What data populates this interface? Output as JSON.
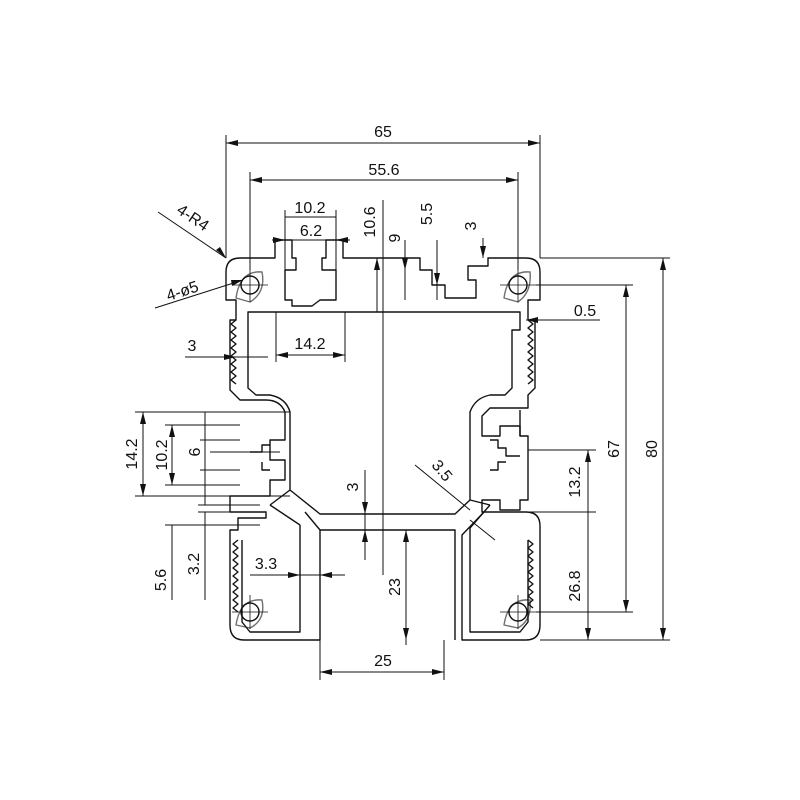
{
  "drawing": {
    "type": "aluminum extrusion profile cross-section",
    "colors": {
      "line": "#111111",
      "background": "#ffffff"
    },
    "dimensions": {
      "overall_width": "65",
      "hole_pitch_width": "55.6",
      "slot_outer_width": "10.2",
      "slot_opening": "6.2",
      "slot_depth": "10.6",
      "slot_flange_depth": "9",
      "lip_depth": "5.5",
      "lip_thickness": "3",
      "wall_thickness": "0.5",
      "inner_width": "14.2",
      "wall_side": "3",
      "corner_radius_note": "4-R4",
      "hole_note": "4-ø5",
      "side_slot_height": "14.2",
      "side_slot_inner": "10.2",
      "side_slot_opening": "6",
      "rib_angle": "3.5",
      "web_thickness": "3",
      "side_offset_a": "13.2",
      "hole_pitch_height": "67",
      "overall_height": "80",
      "small_gap": "5.6",
      "small_gap_2": "3.2",
      "leg_thickness": "3.3",
      "center_slot_depth": "23",
      "lower_offset": "26.8",
      "center_slot_width": "25"
    }
  }
}
